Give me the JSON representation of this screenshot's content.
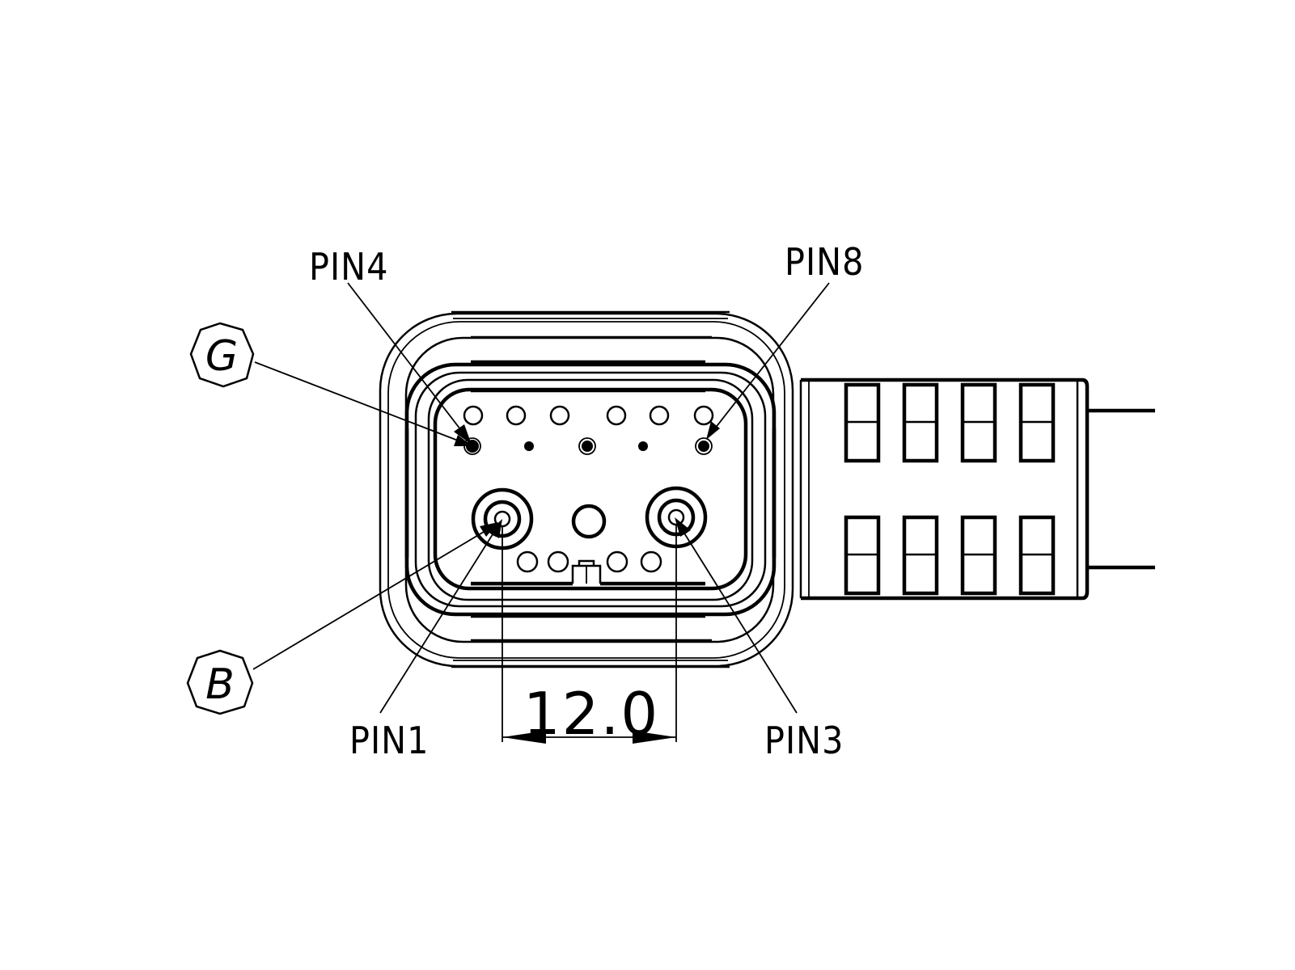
{
  "labels": {
    "pin4": "PIN4",
    "pin8": "PIN8",
    "pin1": "PIN1",
    "pin3": "PIN3"
  },
  "balloons": {
    "g": "G",
    "b": "B"
  },
  "dimension": {
    "value": "12.0"
  }
}
